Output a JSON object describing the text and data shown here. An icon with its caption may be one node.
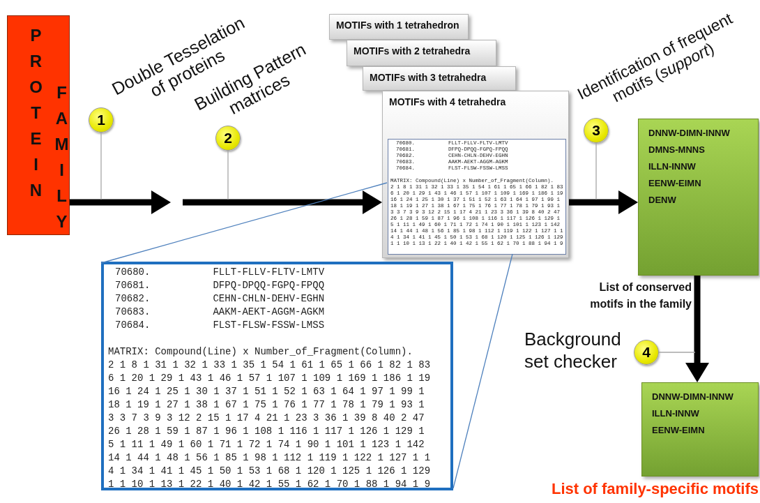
{
  "diagram": {
    "nodes": [
      {
        "text": [
          "PROTEIN",
          "FAMILY"
        ]
      },
      {
        "text": [
          "1"
        ],
        "beside": [
          "Double Tesselation of proteins"
        ]
      },
      {
        "text": [
          "2"
        ],
        "beside": [
          "Building Pattern matrices"
        ]
      },
      {
        "text": [
          "MOTIFs with 1 tetrahedron"
        ]
      },
      {
        "text": [
          "MOTIFs with 2 tetrahedra"
        ]
      },
      {
        "text": [
          "MOTIFs with 3 tetrahedra"
        ]
      },
      {
        "text": [
          "MOTIFs with 4 tetrahedra"
        ]
      },
      {
        "text": [
          "70680.",
          "FLLT-FLLV-FLTV-LMTV",
          "70681.",
          "DFPQ-DPQQ-FGPQ-FPQQ",
          "70682.",
          "CEHN-CHLN-DEHV-EGHN",
          "70683.",
          "AAKM-AEKT-AGGM-AGKM",
          "70684.",
          "FLST-FLSW-FSSW-LMSS",
          "MATRIX: Compound(Line) x Number_of_Fragment(Column).",
          "2 1 8 1 31 1 32 1 33 1 35 1 54 1 61 1 65 1 66 1 82 1 83",
          "6 1 20 1 29 1 43 1 46 1 57 1 107 1 109 1 169 1 186 1 19",
          "16 1 24 1 25 1 30 1 37 1 51 1 52 1 63 1 64 1 97 1 99 1",
          "18 1 19 1 27 1 38 1 67 1 75 1 76 1 77 1 78 1 79 1 93 1",
          "3 3 7 3 9 3 12 2 15 1 17 4 21 1 23 3 36 1 39 8 40 2 47",
          "26 1 28 1 59 1 87 1 96 1 108 1 116 1 117 1 126 1 129 1",
          "5 1 11 1 49 1 60 1 71 1 72 1 74 1 90 1 101 1 123 1 142",
          "14 1 44 1 48 1 56 1 85 1 98 1 112 1 119 1 122 1 127 1 1",
          "4 1 34 1 41 1 45 1 50 1 53 1 68 1 120 1 125 1 126 1 129",
          "1 1 10 1 13 1 22 1 40 1 42 1 55 1 62 1 70 1 88 1 94 1 9"
        ],
        "in": 6
      },
      {
        "text": [
          "3"
        ],
        "beside": [
          "Identification of frequent motifs (*support*)"
        ]
      },
      {
        "text": [
          "DNNW-DIMN-INNW",
          "DMNS-MNNS",
          "ILLN-INNW",
          "EENW-EIMN",
          "DENW"
        ],
        "beside": [
          "List of conserved motifs in the family"
        ]
      },
      {
        "text": [
          "70680.",
          "FLLT-FLLV-FLTV-LMTV",
          "70681.",
          "DFPQ-DPQQ-FGPQ-FPQQ",
          "70682.",
          "CEHN-CHLN-DEHV-EGHN",
          "70683.",
          "AAKM-AEKT-AGGM-AGKM",
          "70684.",
          "FLST-FLSW-FSSW-LMSS",
          "MATRIX: Compound(Line) x Number_of_Fragment(Column).",
          "2 1 8 1 31 1 32 1 33 1 35 1 54 1 61 1 65 1 66 1 82 1 83",
          "6 1 20 1 29 1 43 1 46 1 57 1 107 1 109 1 169 1 186 1 19",
          "16 1 24 1 25 1 30 1 37 1 51 1 52 1 63 1 64 1 97 1 99 1",
          "18 1 19 1 27 1 38 1 67 1 75 1 76 1 77 1 78 1 79 1 93 1",
          "3 3 7 3 9 3 12 2 15 1 17 4 21 1 23 3 36 1 39 8 40 2 47",
          "26 1 28 1 59 1 87 1 96 1 108 1 116 1 117 1 126 1 129 1",
          "5 1 11 1 49 1 60 1 71 1 72 1 74 1 90 1 101 1 123 1 142",
          "14 1 44 1 48 1 56 1 85 1 98 1 112 1 119 1 122 1 127 1 1",
          "4 1 34 1 41 1 45 1 50 1 53 1 68 1 120 1 125 1 126 1 129",
          "1 1 10 1 13 1 22 1 40 1 42 1 55 1 62 1 70 1 88 1 94 1 9"
        ]
      },
      {
        "text": [
          "4"
        ],
        "beside": [
          "Background set checker"
        ]
      },
      {
        "text": [
          "DNNW-DIMN-INNW",
          "ILLN-INNW",
          "EENW-EIMN"
        ],
        "beside": [
          "List of family-specific motifs"
        ]
      }
    ],
    "edges": [
      {
        "from": 0,
        "to": null,
        "arrow": "to",
        "style": "thick"
      },
      {
        "from": null,
        "to": 6,
        "arrow": "to",
        "style": "thick"
      },
      {
        "from": 6,
        "to": 9,
        "arrow": "to",
        "style": "thick"
      },
      {
        "from": 9,
        "to": 12,
        "arrow": "to",
        "style": "thick"
      },
      {
        "from": 1,
        "to": null,
        "arrow": "none",
        "color": "#a6a6a6"
      },
      {
        "from": 2,
        "to": null,
        "arrow": "none",
        "color": "#a6a6a6"
      },
      {
        "from": 8,
        "to": null,
        "arrow": "none",
        "color": "#a6a6a6"
      },
      {
        "from": 11,
        "to": null,
        "arrow": "none",
        "color": "#a6a6a6"
      },
      {
        "from": 7,
        "to": 10,
        "arrow": "none",
        "color": "#4f81bd"
      },
      {
        "from": 7,
        "to": 10,
        "arrow": "none",
        "color": "#4f81bd"
      }
    ]
  }
}
